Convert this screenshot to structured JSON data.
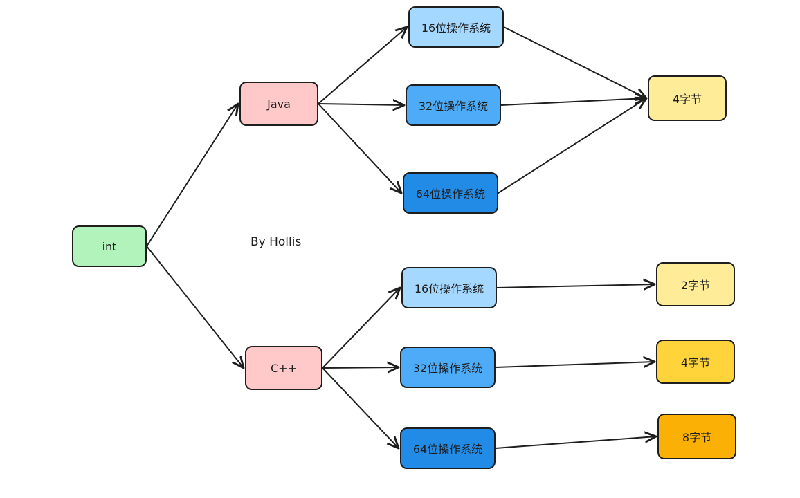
{
  "nodes": {
    "int": {
      "label": "int",
      "fill": "#b2f2bb"
    },
    "java": {
      "label": "Java",
      "fill": "#ffc9c9"
    },
    "cpp": {
      "label": "C++",
      "fill": "#ffc9c9"
    },
    "java_16": {
      "label": "16位操作系统",
      "fill": "#a5d8ff"
    },
    "java_32": {
      "label": "32位操作系统",
      "fill": "#4dabf7"
    },
    "java_64": {
      "label": "64位操作系统",
      "fill": "#228be6"
    },
    "cpp_16": {
      "label": "16位操作系统",
      "fill": "#a5d8ff"
    },
    "cpp_32": {
      "label": "32位操作系统",
      "fill": "#4dabf7"
    },
    "cpp_64": {
      "label": "64位操作系统",
      "fill": "#228be6"
    },
    "java_result": {
      "label": "4字节",
      "fill": "#ffec99"
    },
    "cpp_result_16": {
      "label": "2字节",
      "fill": "#ffec99"
    },
    "cpp_result_32": {
      "label": "4字节",
      "fill": "#ffd43b"
    },
    "cpp_result_64": {
      "label": "8字节",
      "fill": "#fab005"
    }
  },
  "edges": [
    {
      "from": "int",
      "to": "java"
    },
    {
      "from": "int",
      "to": "cpp"
    },
    {
      "from": "java",
      "to": "java_16"
    },
    {
      "from": "java",
      "to": "java_32"
    },
    {
      "from": "java",
      "to": "java_64"
    },
    {
      "from": "java_16",
      "to": "java_result"
    },
    {
      "from": "java_32",
      "to": "java_result"
    },
    {
      "from": "java_64",
      "to": "java_result"
    },
    {
      "from": "cpp",
      "to": "cpp_16"
    },
    {
      "from": "cpp",
      "to": "cpp_32"
    },
    {
      "from": "cpp",
      "to": "cpp_64"
    },
    {
      "from": "cpp_16",
      "to": "cpp_result_16"
    },
    {
      "from": "cpp_32",
      "to": "cpp_result_32"
    },
    {
      "from": "cpp_64",
      "to": "cpp_result_64"
    }
  ],
  "watermark": "By Hollis",
  "colors": {
    "stroke": "#1e1e1e",
    "background": "#ffffff"
  }
}
